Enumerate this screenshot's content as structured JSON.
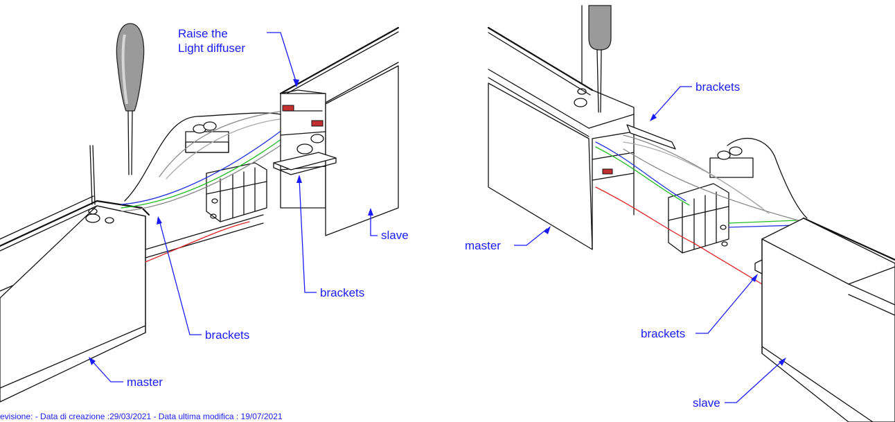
{
  "left_view": {
    "labels": {
      "raise_line1": "Raise the",
      "raise_line2": "Light diffuser",
      "slave": "slave",
      "brackets_lower": "brackets",
      "brackets_upper": "brackets",
      "master": "master"
    }
  },
  "right_view": {
    "labels": {
      "brackets_top": "brackets",
      "master": "master",
      "brackets_bottom": "brackets",
      "slave": "slave"
    }
  },
  "footer": {
    "revision_text": "evisione:  - Data di creazione :29/03/2021 - Data ultima modifica : 19/07/2021"
  },
  "colors": {
    "annotation": "#1a1aff",
    "ink": "#111111",
    "wire_red": "#e02020",
    "wire_green": "#22bb22",
    "wire_blue": "#2233dd",
    "wire_gray": "#888888"
  }
}
